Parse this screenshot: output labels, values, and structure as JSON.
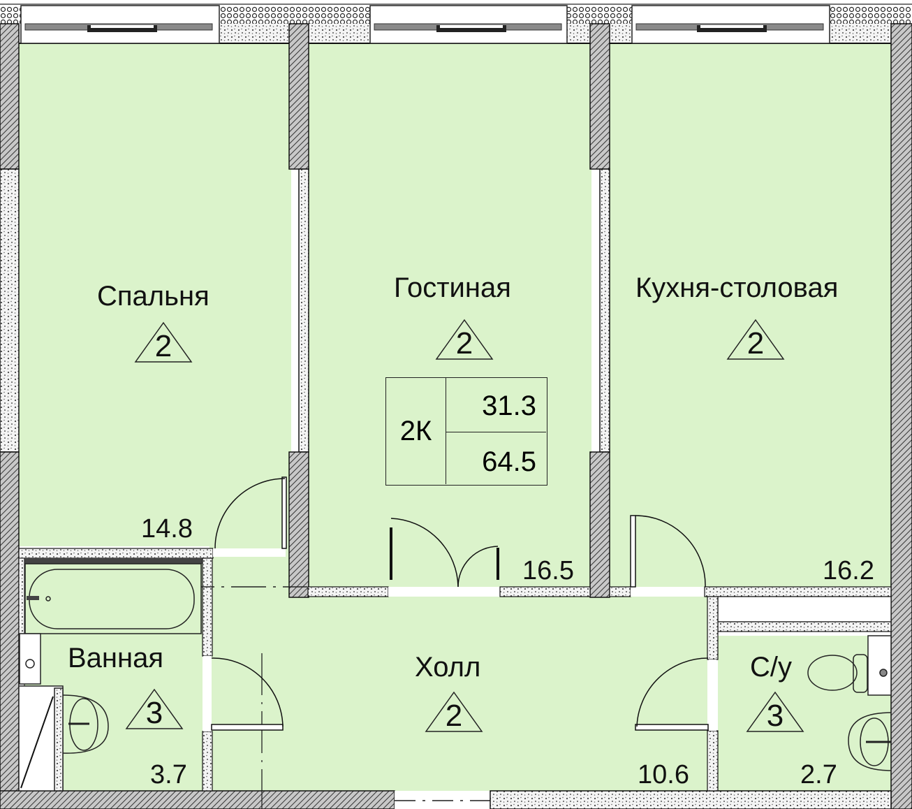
{
  "plan": {
    "apartment_type": "2К",
    "living_area": "31.3",
    "total_area": "64.5",
    "colors": {
      "room_fill": "#dbf3cb",
      "wall_line": "#111111",
      "bearing_wall_hatch": "#9a9a9a",
      "partition_fill": "#ffffff"
    }
  },
  "rooms": [
    {
      "id": "bedroom",
      "name": "Спальня",
      "category": "2",
      "area": "14.8"
    },
    {
      "id": "living",
      "name": "Гостиная",
      "category": "2",
      "area": "16.5"
    },
    {
      "id": "kitchen",
      "name": "Кухня-столовая",
      "category": "2",
      "area": "16.2"
    },
    {
      "id": "bathroom",
      "name": "Ванная",
      "category": "3",
      "area": "3.7"
    },
    {
      "id": "hall",
      "name": "Холл",
      "category": "2",
      "area": "10.6"
    },
    {
      "id": "wc",
      "name": "С/у",
      "category": "3",
      "area": "2.7"
    }
  ]
}
